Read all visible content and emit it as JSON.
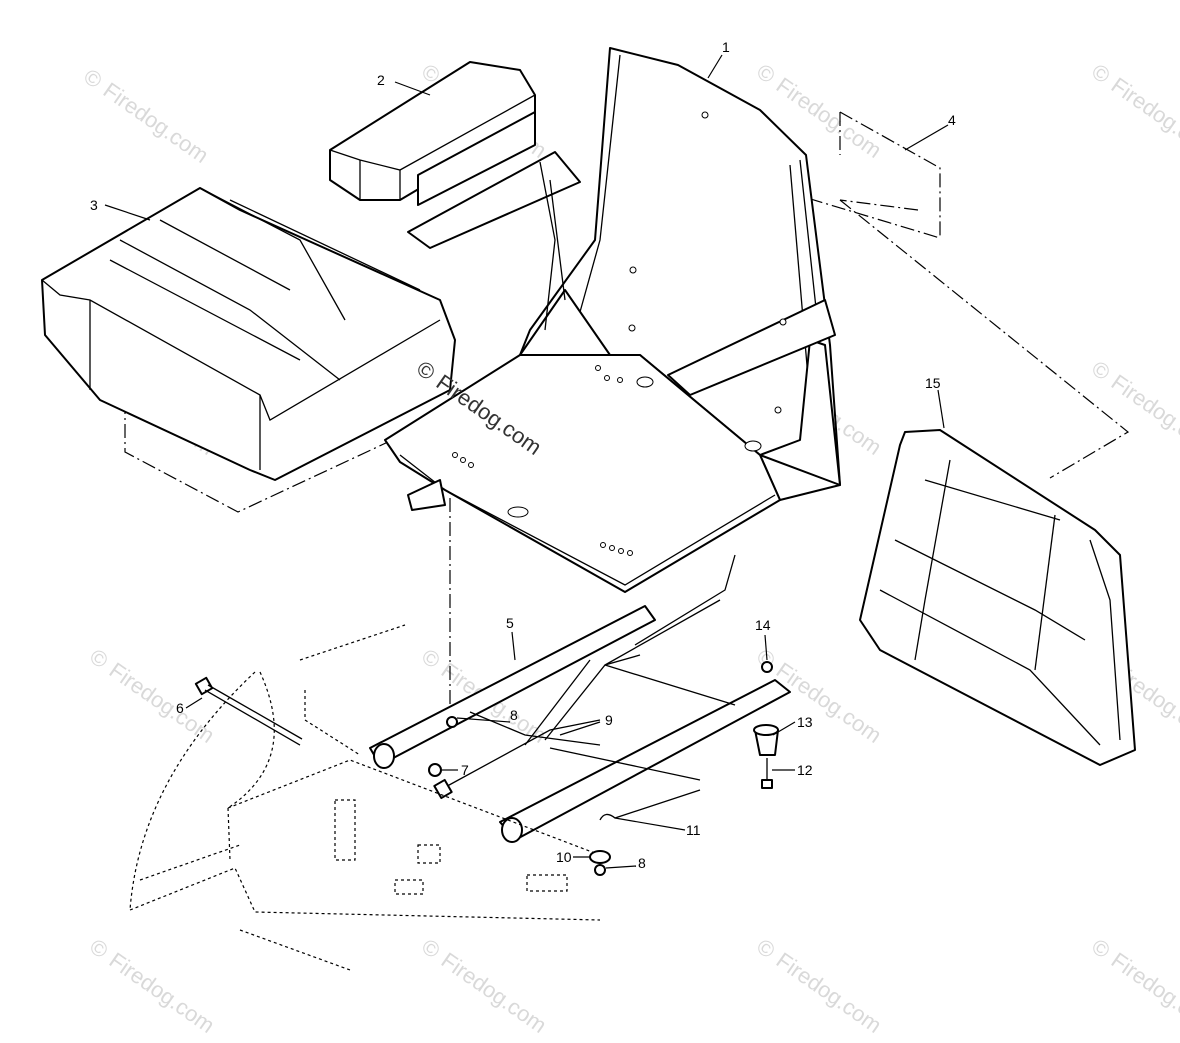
{
  "watermark": {
    "text": "Firedog.com",
    "symbol": "©"
  },
  "callouts": [
    "1",
    "2",
    "3",
    "4",
    "5",
    "6",
    "7",
    "8",
    "9",
    "8",
    "10",
    "11",
    "12",
    "13",
    "14",
    "15"
  ]
}
